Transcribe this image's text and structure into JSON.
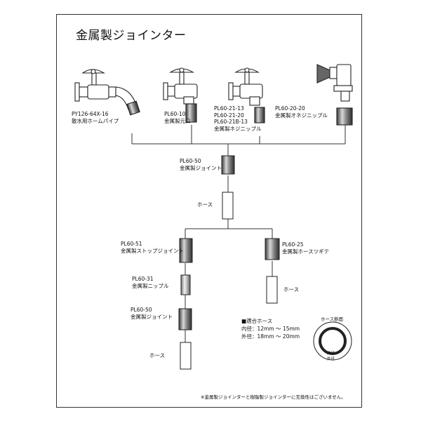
{
  "title": "金属製ジョインター",
  "parts": {
    "faucet_hose_pipe": {
      "code": "PY126-64X-16",
      "name": "散水用ホームパイプ"
    },
    "faucet_mouth": {
      "code": "PL60-10",
      "name": "金属製元口"
    },
    "faucet_nejinipple": {
      "codes": [
        "PL60-21-13",
        "PL60-21-20",
        "PL60-21B-13"
      ],
      "name": "金属製ネジニップル"
    },
    "valve_onejinipple": {
      "code": "PL60-20-20",
      "name": "金属製オネジニップル"
    },
    "joint_top": {
      "code": "PL60-50",
      "name": "金属製ジョイント"
    },
    "stop_joint": {
      "code": "PL60-51",
      "name": "金属製ストップジョイント"
    },
    "hose_tsugite": {
      "code": "PL60-25",
      "name": "金属製ホースツギテ"
    },
    "nipple": {
      "code": "PL60-31",
      "name": "金属製ニップル"
    },
    "joint_bottom": {
      "code": "PL60-50",
      "name": "金属製ジョイント"
    }
  },
  "hose_label": "ホース",
  "spec": {
    "heading": "■適合ホース",
    "inner": "内径：12mm 〜 15mm",
    "outer": "外径：18mm 〜 20mm"
  },
  "cross_section": {
    "title": "ホース断面",
    "inner": "内径",
    "outer": "外径"
  },
  "note": "※金属製ジョインターと樹脂製ジョインターに互換性はございません。"
}
